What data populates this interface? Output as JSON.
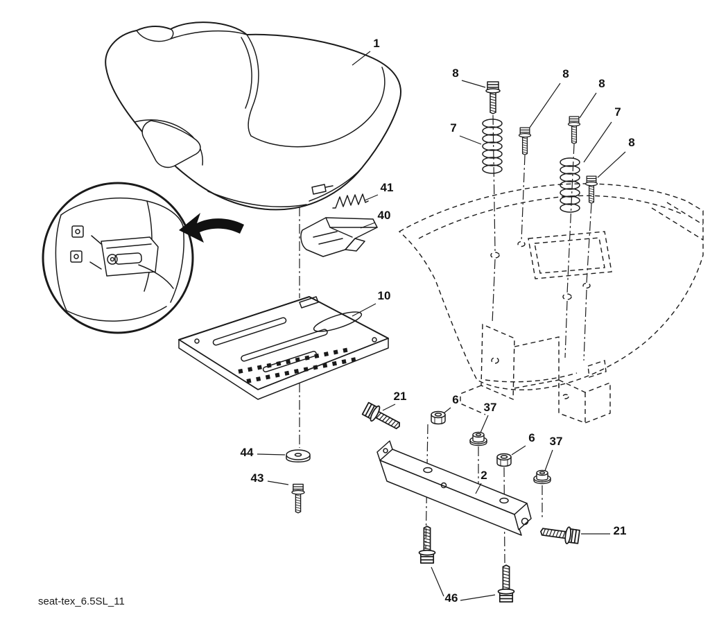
{
  "diagram": {
    "filename": "seat-tex_6.5SL_11",
    "ink_color": "#1a1a1a",
    "background_color": "#ffffff",
    "labels": [
      {
        "part": "1"
      },
      {
        "part": "8"
      },
      {
        "part": "8"
      },
      {
        "part": "8"
      },
      {
        "part": "7"
      },
      {
        "part": "7"
      },
      {
        "part": "8"
      },
      {
        "part": "41"
      },
      {
        "part": "40"
      },
      {
        "part": "10"
      },
      {
        "part": "21"
      },
      {
        "part": "6"
      },
      {
        "part": "37"
      },
      {
        "part": "6"
      },
      {
        "part": "37"
      },
      {
        "part": "2"
      },
      {
        "part": "44"
      },
      {
        "part": "43"
      },
      {
        "part": "21"
      },
      {
        "part": "46"
      }
    ]
  }
}
